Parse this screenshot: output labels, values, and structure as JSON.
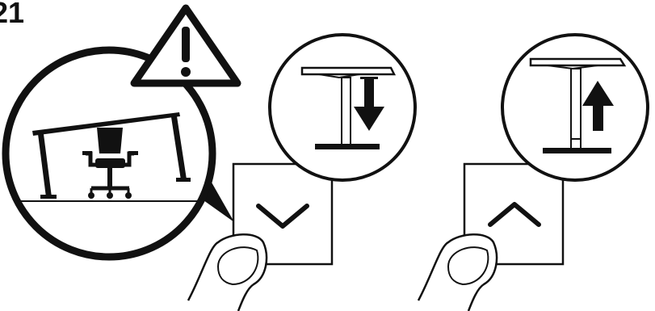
{
  "step_number": "21",
  "colors": {
    "line": "#111111",
    "background": "#ffffff"
  },
  "panels": [
    {
      "id": "warning",
      "icon": "warning-triangle-icon",
      "scene": "chair-under-tilted-desk"
    },
    {
      "id": "lower",
      "button": "chevron-down",
      "detail": "desk-lowering",
      "arrow": "down"
    },
    {
      "id": "raise",
      "button": "chevron-up",
      "detail": "desk-raising",
      "arrow": "up"
    }
  ]
}
